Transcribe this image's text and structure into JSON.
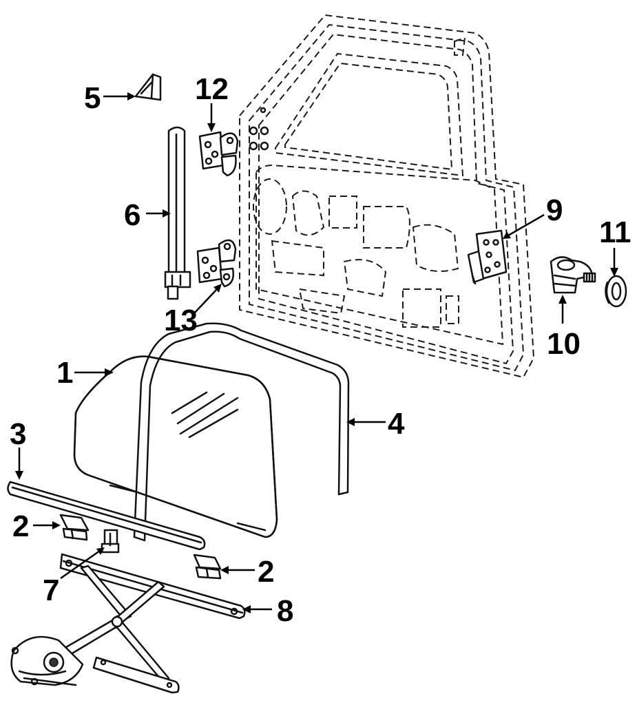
{
  "diagram": {
    "callouts": [
      {
        "id": "1",
        "label": "1"
      },
      {
        "id": "2a",
        "label": "2"
      },
      {
        "id": "2b",
        "label": "2"
      },
      {
        "id": "3",
        "label": "3"
      },
      {
        "id": "4",
        "label": "4"
      },
      {
        "id": "5",
        "label": "5"
      },
      {
        "id": "6",
        "label": "6"
      },
      {
        "id": "7",
        "label": "7"
      },
      {
        "id": "8",
        "label": "8"
      },
      {
        "id": "9",
        "label": "9"
      },
      {
        "id": "10",
        "label": "10"
      },
      {
        "id": "11",
        "label": "11"
      },
      {
        "id": "12",
        "label": "12"
      },
      {
        "id": "13",
        "label": "13"
      }
    ]
  },
  "colors": {
    "line": "#111111",
    "background": "#ffffff"
  }
}
